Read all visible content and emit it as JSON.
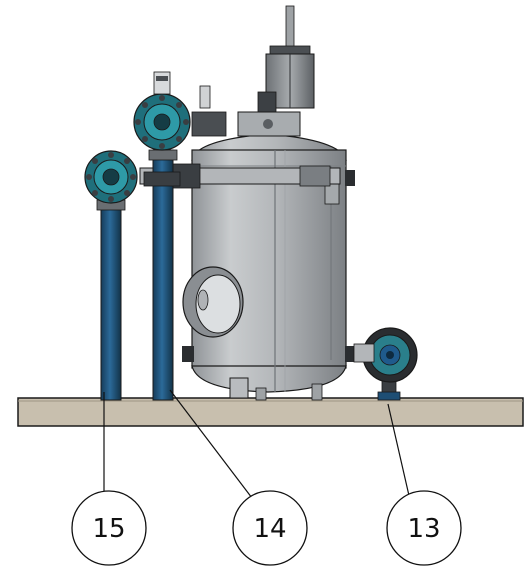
{
  "callouts": [
    {
      "id": "15",
      "label": "15"
    },
    {
      "id": "14",
      "label": "14"
    },
    {
      "id": "13",
      "label": "13"
    }
  ],
  "colors": {
    "tank": "#b9bcbf",
    "tank_shadow": "#8e9296",
    "pipe": "#1e4e74",
    "flange": "#2a8a96",
    "base": "#c8bfae",
    "outline": "#1a1a1a"
  }
}
